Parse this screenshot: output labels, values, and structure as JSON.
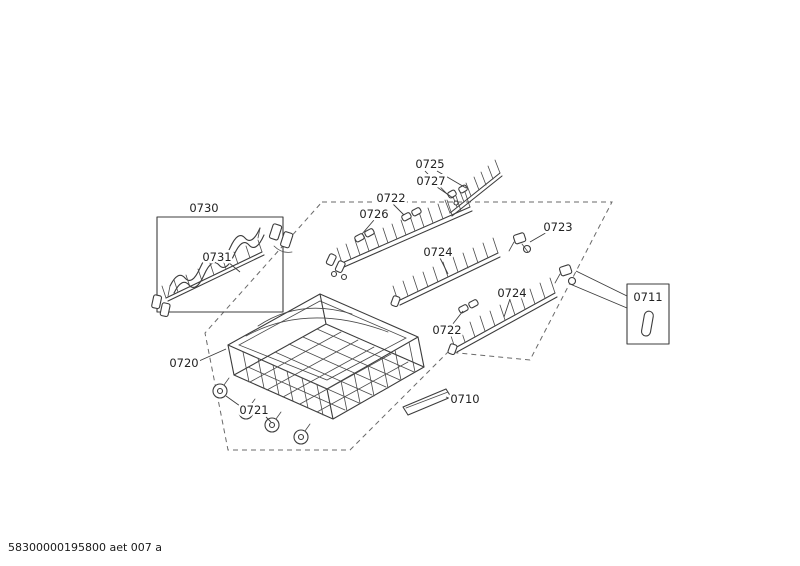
{
  "diagram": {
    "labels": {
      "p0710": "0710",
      "p0711": "0711",
      "p0720": "0720",
      "p0721": "0721",
      "p0722_upper": "0722",
      "p0722_lower": "0722",
      "p0723": "0723",
      "p0724_upper": "0724",
      "p0724_lower": "0724",
      "p0725": "0725",
      "p0726": "0726",
      "p0727": "0727",
      "p0730": "0730",
      "p0731": "0731"
    },
    "footer_code": "58300000195800 aet 007 a",
    "colors": {
      "line": "#3c3c3c",
      "label_text": "#222222",
      "background": "#ffffff"
    }
  }
}
